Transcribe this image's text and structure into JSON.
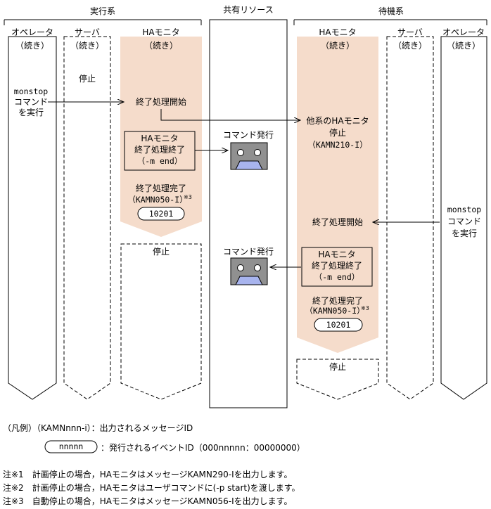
{
  "groups": {
    "active": "実行系",
    "shared": "共有リソース",
    "standby": "待機系"
  },
  "lanes": {
    "operator": "オペレータ",
    "server": "サーバ",
    "ha_monitor": "HAモニタ",
    "continued": "（続き）"
  },
  "active": {
    "server_stop": "停止",
    "operator_cmd": [
      "monstop",
      "コマンド",
      "を実行"
    ],
    "end_start": "終了処理開始",
    "box": [
      "HAモニタ",
      "終了処理終了",
      "（-m end）"
    ],
    "complete": "終了処理完了",
    "msg": "（KAMN050-I）",
    "note_mark": "※3",
    "event_id": "10201",
    "after_stop": "停止"
  },
  "shared": {
    "cmd1": "コマンド発行",
    "cmd2": "コマンド発行"
  },
  "standby": {
    "other_stop": [
      "他系のHAモニタ",
      "停止",
      "（KAMN210-I）"
    ],
    "end_start": "終了処理開始",
    "box": [
      "HAモニタ",
      "終了処理終了",
      "（-m end）"
    ],
    "complete": "終了処理完了",
    "msg": "（KAMN050-I）",
    "note_mark": "※3",
    "event_id": "10201",
    "after_stop": "停止",
    "operator_cmd": [
      "monstop",
      "コマンド",
      "を実行"
    ]
  },
  "legend": {
    "item1": "（凡例）（KAMNnnn-i）：出力されるメッセージID",
    "pill": "nnnnn",
    "item2": "：発行されるイベントID（000nnnnn：00000000）"
  },
  "notes": [
    "注※1　計画停止の場合，HAモニタはメッセージKAMN290-Iを出力します。",
    "注※2　計画停止の場合，HAモニタはユーザコマンドに(-p start)を渡します。",
    "注※3　自動停止の場合，HAモニタはメッセージKAMN056-Iを出力します。"
  ],
  "colors": {
    "ha_fill": "#f5dccb",
    "box_fill": "#f5dccb",
    "icon_gray": "#909090",
    "icon_mouth": "#a8b4ee"
  }
}
